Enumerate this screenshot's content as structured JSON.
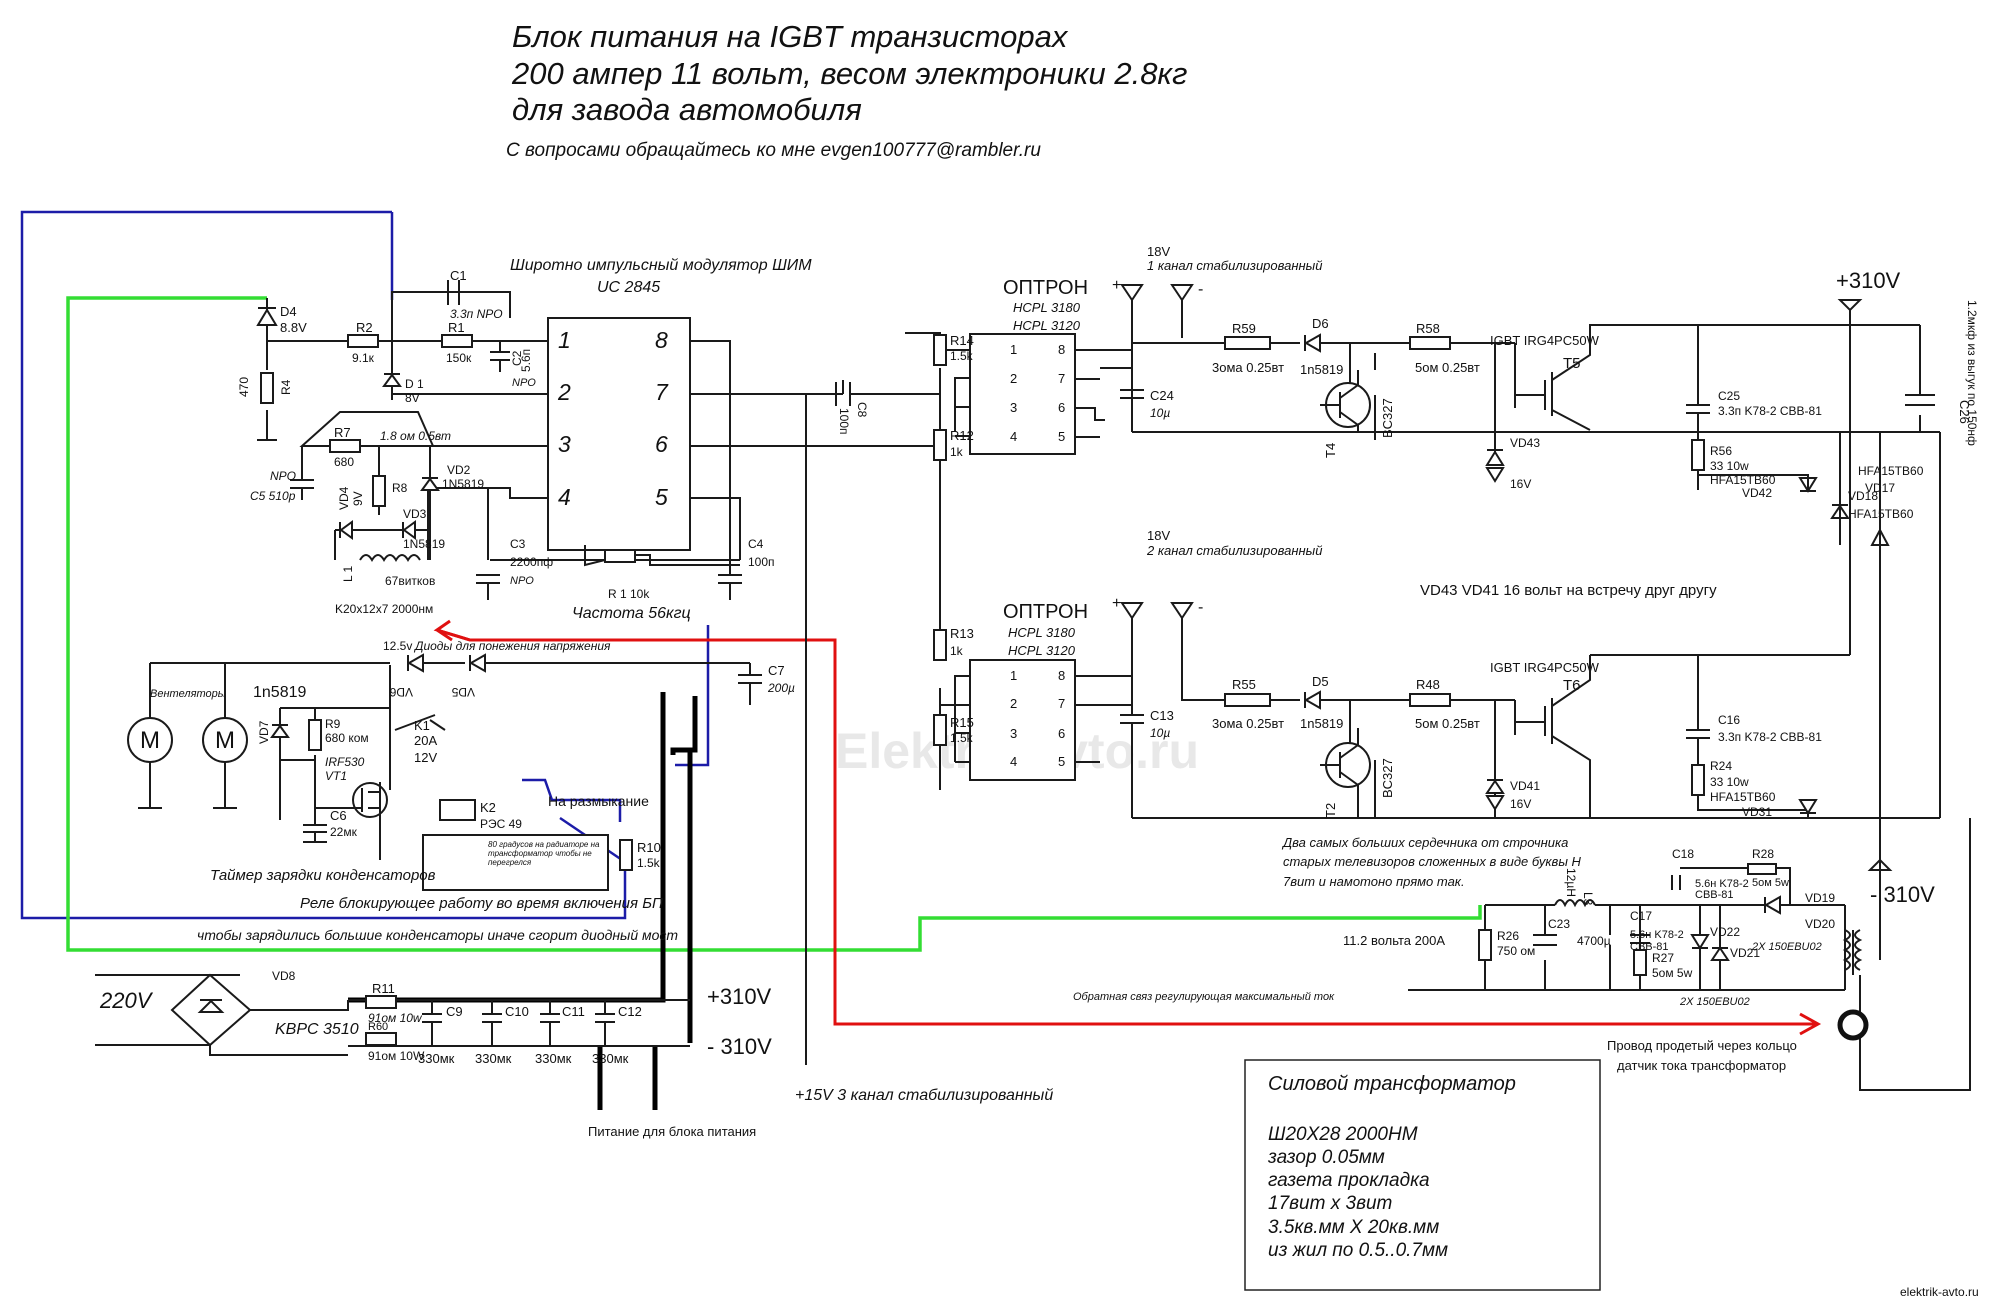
{
  "title": {
    "line1": "Блок питания на IGBT транзисторах",
    "line2": "200 ампер 11 вольт, весом электроники 2.8кг",
    "line3": "для завода автомобиля",
    "contact": "С вопросами обращайтесь ко мне evgen100777@rambler.ru"
  },
  "pwm": {
    "title": "Широтно импульсный модулятор ШИМ",
    "chip": "UC 2845",
    "pins_left": [
      "1",
      "2",
      "3",
      "4"
    ],
    "pins_right": [
      "8",
      "7",
      "6",
      "5"
    ],
    "frequency": "Частота 56кгц"
  },
  "labels": {
    "C1": "C1",
    "C1_val": "3.3п NPO",
    "R2": "R2",
    "R2_val": "9.1к",
    "R1": "R1",
    "R1_val": "150к",
    "C2": "C2",
    "C2_val": "5.6п",
    "C2_npo": "NPO",
    "D4": "D4",
    "D4_val": "8.8V",
    "R4": "R4",
    "R4_val": "470",
    "D1": "D 1",
    "D1_val": "8V",
    "R7": "R7",
    "R7_val": "680",
    "R8": "R8",
    "R8_val": "1.8 ом 0.5вт",
    "VD2": "VD2",
    "VD2_val": "1N5819",
    "C5_npo": "NPO",
    "C5": "C5 510р",
    "VD4": "VD4",
    "VD4_val": "9V",
    "VD3": "VD3",
    "VD3_val": "1N5819",
    "L1": "L 1",
    "L1_turns": "67витков",
    "L1_core": "K20x12x7  2000нм",
    "C3": "C3",
    "C3_val": "2200пф",
    "C3_npo": "NPO",
    "R1pot": "R 1  10k",
    "C4": "C4",
    "C4_val": "100п",
    "C8": "C8",
    "C8_val": "100п",
    "v12_5": "12.5v",
    "diodes_note": "Диоды для понежения напряжения",
    "VD6": "VD6",
    "VD5": "VD5",
    "C7": "C7",
    "C7_val": "200µ",
    "fans": "Вентеляторы",
    "motor": "M",
    "d_1n5819": "1n5819",
    "VD7": "VD7",
    "R9": "R9",
    "R9_val": "680 ком",
    "IRF530": "IRF530",
    "VT1": "VT1",
    "C6": "C6",
    "C6_val": "22мк",
    "K1": "K1",
    "K1_a": "20A",
    "K1_v": "12V",
    "K2": "K2",
    "K2_val": "РЭС 49",
    "razmykanie": "На размыкание",
    "thermal": "80 градусов на радиаторе на трансформатор чтобы не перегрелся",
    "R10": "R10",
    "R10_val": "1.5k",
    "timer": "Таймер зарядки конденсаторов",
    "relay_block": "Реле блокирующее работу во время включения БП",
    "charge_note": "чтобы зарядились большие конденсаторы иначе сгорит диодный мост",
    "v220": "220V",
    "VD8": "VD8",
    "bridge": "KBPC 3510",
    "R11": "R11",
    "R11_val": "91ом  10w",
    "R60": "R60",
    "R60_val": "91ом 10W",
    "C9": "C9",
    "C10": "C10",
    "C11": "C11",
    "C12": "C12",
    "c330": "330мк",
    "plus310": "+310V",
    "minus310": "- 310V",
    "power_feed": "Питание для блока питания",
    "plus15": "+15V 3 канал стабилизированный",
    "optron": "ОПТРОН",
    "hcpl1": "HCPL 3180",
    "hcpl2": "HCPL 3120",
    "opt_pins_left": [
      "1",
      "2",
      "3",
      "4"
    ],
    "opt_pins_right": [
      "8",
      "7",
      "6",
      "5"
    ],
    "R14": "R14",
    "R14_val": "1.5k",
    "R12": "R12",
    "R12_val": "1k",
    "R13": "R13",
    "R13_val": "1k",
    "R15": "R15",
    "R15_val": "1.5k",
    "v18": "18V",
    "ch1": "1 канал стабилизированный",
    "ch2": "2 канал стабилизированный",
    "plus": "+",
    "minus": "-",
    "C24": "C24",
    "C24_val": "10µ",
    "C13": "C13",
    "C13_val": "10µ",
    "R59": "R59",
    "R59_val": "3ома  0.25вт",
    "R55": "R55",
    "R55_val": "3ома  0.25вт",
    "D6": "D6",
    "D5": "D5",
    "d1n5819": "1n5819",
    "R58": "R58",
    "R58_val": "5ом  0.25вт",
    "R48": "R48",
    "R48_val": "5ом  0.25вт",
    "T4": "T4",
    "T2": "T2",
    "BC327": "BC327",
    "VD43": "VD43",
    "VD41": "VD41",
    "v16": "16V",
    "vd_note": "VD43  VD41 16 вольт на встречу друг другу",
    "igbt": "IGBT  IRG4PC50W",
    "T5": "T5",
    "T6": "T6",
    "C25": "C25",
    "C25_val": "3.3п K78-2   CBB-81",
    "C16": "C16",
    "C16_val": "3.3п K78-2   CBB-81",
    "R56": "R56",
    "R56_a": "33  10w",
    "R56_b": "HFA15TB60",
    "R24": "R24",
    "R24_a": "33  10w",
    "R24_b": "HFA15TB60",
    "VD42": "VD42",
    "VD31": "VD31",
    "v310": "+310V",
    "vm310": "- 310V",
    "C26": "C26",
    "C26_note": "1.2мкф из выгук по 150нф",
    "HFA": "HFA15TB60",
    "VD17": "VD17",
    "VD18": "VD18",
    "cores_note_1": "Два самых больших сердечника от строчника",
    "cores_note_2": "старых телевизоров сложенных в виде буквы Н",
    "cores_note_3": "7вит и намотоно прямо так.",
    "L3": "L3",
    "L3_val": "12µH",
    "R26": "R26",
    "R26_val": "750 ом",
    "C23": "C23",
    "C23_val": "4700µ",
    "C17": "C17",
    "C17_val": "5.6н K78-2",
    "C17_cbb": "CBB-81",
    "R27": "R27",
    "R27_val": "5ом 5w",
    "C18": "C18",
    "C18_val": "5.6н K78-2",
    "C18_cbb": "CBB-81",
    "R28": "R28",
    "R28_val": "5ом 5w",
    "VD19": "VD19",
    "VD20": "VD20",
    "VD21": "VD21",
    "VD22": "VD22",
    "ebu_top": "2X 150EBU02",
    "ebu_bot": "2X 150EBU02",
    "out_v": "11.2 вольта 200А",
    "feedback": "Обратная связ регулирующая максимальный ток",
    "wire_1": "Провод продетый через кольцо",
    "wire_2": "датчик тока  трансформатор",
    "watermark": "Elektrik-avto.ru",
    "site": "elektrik-avto.ru"
  },
  "transformer": {
    "title": "Силовой трансформатор",
    "lines": [
      "Ш20Х28  2000НМ",
      "зазор 0.05мм",
      "газета прокладка",
      "17вит х 3вит",
      "3.5кв.мм Х 20кв.мм",
      "из жил по 0.5..0.7мм"
    ]
  },
  "colors": {
    "blue_wire": "#1c1ca8",
    "green_wire": "#33dd33",
    "red_wire": "#e01010",
    "power_wire": "#000000"
  }
}
